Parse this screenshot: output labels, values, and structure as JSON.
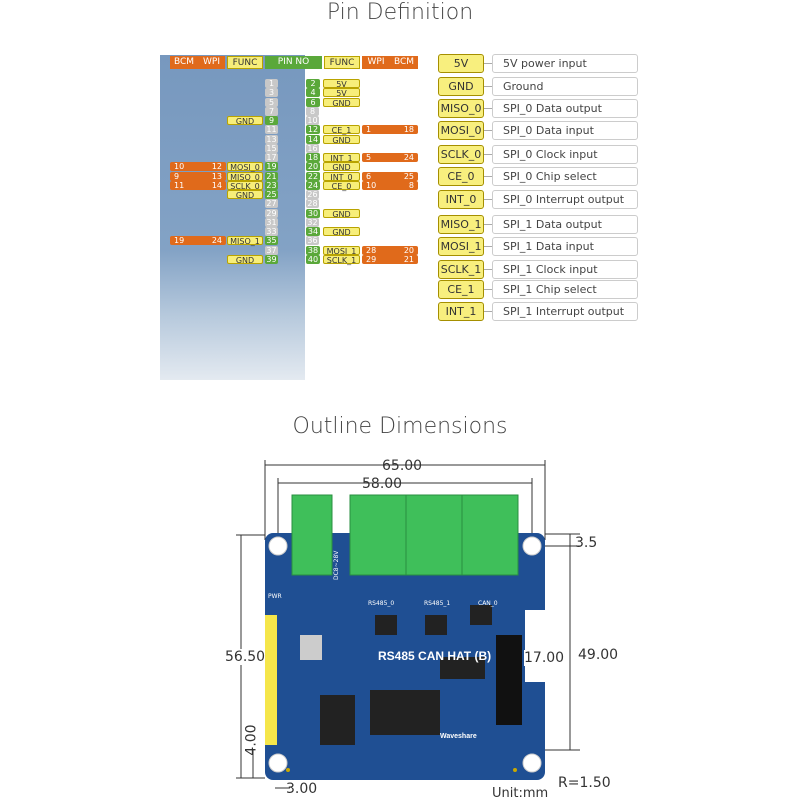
{
  "pin_section": {
    "title": "Pin Definition",
    "headers": {
      "bcm": "BCM",
      "wpi": "WPI",
      "func": "FUNC",
      "pin_no": "PIN NO",
      "func_r": "FUNC",
      "wpi_r": "WPI",
      "bcm_r": "BCM"
    },
    "left_pins": [
      {
        "pin": "9",
        "func": "GND"
      },
      {
        "pin": "19",
        "func": "MOSI_0",
        "bcm": "10",
        "wpi": "12"
      },
      {
        "pin": "21",
        "func": "MISO_0",
        "bcm": "9",
        "wpi": "13"
      },
      {
        "pin": "23",
        "func": "SCLK_0",
        "bcm": "11",
        "wpi": "14"
      },
      {
        "pin": "25",
        "func": "GND"
      },
      {
        "pin": "35",
        "func": "MISO_1",
        "bcm": "19",
        "wpi": "24"
      },
      {
        "pin": "39",
        "func": "GND"
      }
    ],
    "right_pins": [
      {
        "pin": "2",
        "func": "5V"
      },
      {
        "pin": "4",
        "func": "5V"
      },
      {
        "pin": "6",
        "func": "GND"
      },
      {
        "pin": "12",
        "func": "CE_1",
        "wpi": "1",
        "bcm": "18"
      },
      {
        "pin": "14",
        "func": "GND"
      },
      {
        "pin": "18",
        "func": "INT_1",
        "wpi": "5",
        "bcm": "24"
      },
      {
        "pin": "20",
        "func": "GND"
      },
      {
        "pin": "22",
        "func": "INT_0",
        "wpi": "6",
        "bcm": "25"
      },
      {
        "pin": "24",
        "func": "CE_0",
        "wpi": "10",
        "bcm": "8"
      },
      {
        "pin": "30",
        "func": "GND"
      },
      {
        "pin": "34",
        "func": "GND"
      },
      {
        "pin": "38",
        "func": "MOSI_1",
        "wpi": "28",
        "bcm": "20"
      },
      {
        "pin": "40",
        "func": "SCLK_1",
        "wpi": "29",
        "bcm": "21"
      }
    ],
    "legend": [
      {
        "key": "5V",
        "desc": "5V power input"
      },
      {
        "key": "GND",
        "desc": "Ground"
      },
      {
        "key": "MISO_0",
        "desc": "SPI_0 Data output"
      },
      {
        "key": "MOSI_0",
        "desc": "SPI_0 Data input"
      },
      {
        "key": "SCLK_0",
        "desc": "SPI_0 Clock input"
      },
      {
        "key": "CE_0",
        "desc": "SPI_0 Chip select"
      },
      {
        "key": "INT_0",
        "desc": "SPI_0 Interrupt output"
      },
      {
        "key": "MISO_1",
        "desc": "SPI_1 Data output"
      },
      {
        "key": "MOSI_1",
        "desc": "SPI_1 Data input"
      },
      {
        "key": "SCLK_1",
        "desc": "SPI_1 Clock input"
      },
      {
        "key": "CE_1",
        "desc": "SPI_1 Chip select"
      },
      {
        "key": "INT_1",
        "desc": "SPI_1 Interrupt output"
      }
    ]
  },
  "outline_section": {
    "title": "Outline Dimensions",
    "board_name": "RS485 CAN HAT (B)",
    "brand": "Waveshare",
    "connector_labels": [
      "RS485_0",
      "RS485_1",
      "CAN_0"
    ],
    "power_label": "DC8~28V",
    "pwr_led": "PWR",
    "dimensions": {
      "width_total": "65.00",
      "hole_spacing_x": "58.00",
      "top_offset": "3.5",
      "hole_spacing_y": "49.00",
      "cutout": "17.00",
      "height_total": "56.50",
      "bottom_offset": "4.00",
      "left_offset": "3.00",
      "corner_radius": "R=1.50",
      "unit": "Unit:mm"
    },
    "colors": {
      "pcb": "#1f4f93",
      "terminal": "#3fbf5a",
      "header": "#f5e64a"
    }
  }
}
